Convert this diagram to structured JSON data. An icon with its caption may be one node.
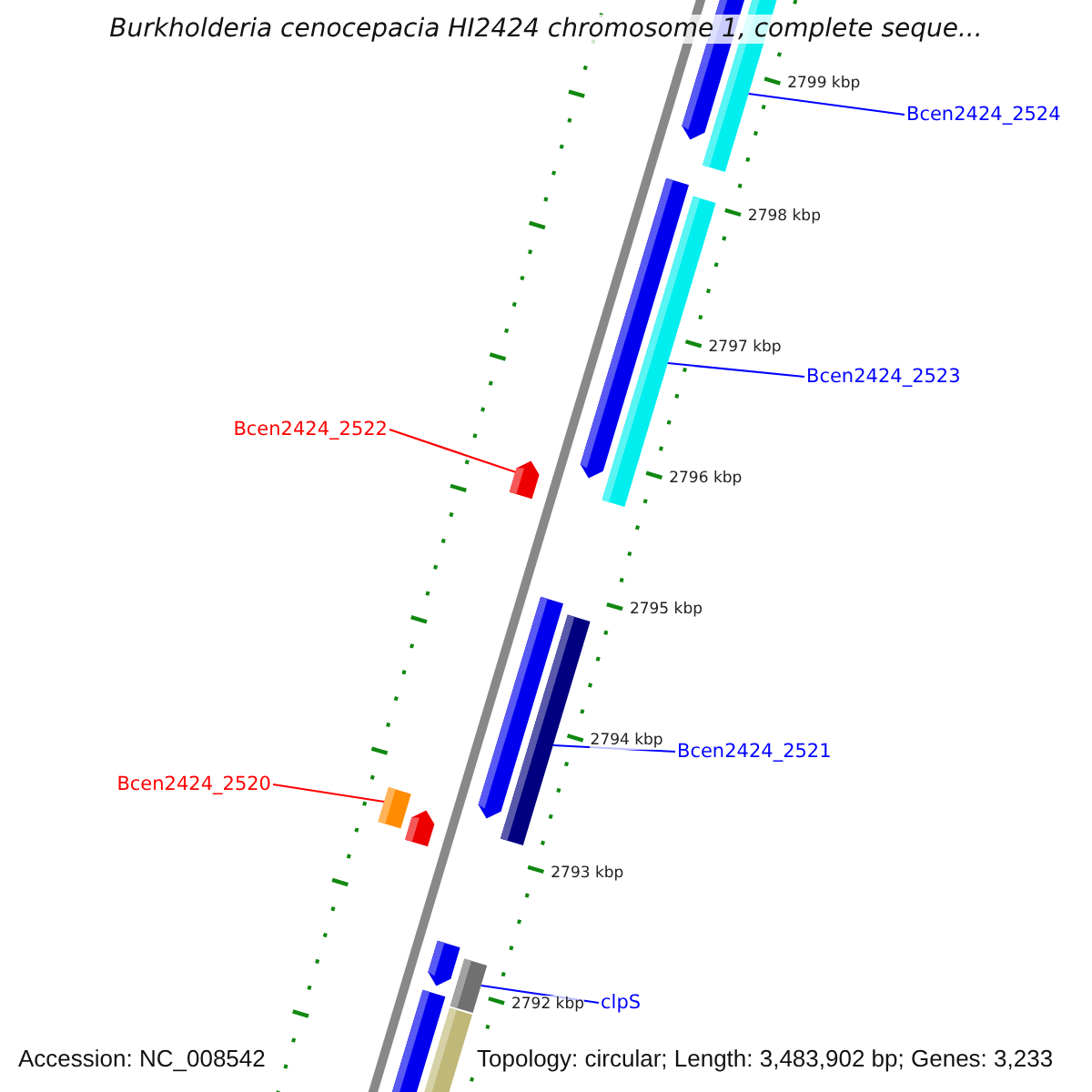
{
  "diagram": {
    "title": "Burkholderia cenocepacia HI2424 chromosome 1, complete seque...",
    "nodes": [
      {
        "text": [],
        "shape": "bar"
      },
      {
        "text": [],
        "shape": "bar"
      },
      {
        "text": [
          "Bcen2424_2524"
        ]
      },
      {
        "text": [],
        "shape": "bar"
      },
      {
        "text": [],
        "shape": "bar"
      },
      {
        "text": [
          "Bcen2424_2523"
        ]
      },
      {
        "text": [
          "Bcen2424_2522"
        ]
      },
      {
        "text": [],
        "shape": "bar"
      },
      {
        "text": [],
        "shape": "bar"
      },
      {
        "text": [],
        "shape": "bar"
      },
      {
        "text": [
          "Bcen2424_2521"
        ]
      },
      {
        "text": [
          "Bcen2424_2520"
        ]
      },
      {
        "text": [],
        "shape": "bar"
      },
      {
        "text": [],
        "shape": "bar"
      },
      {
        "text": [],
        "shape": "bar"
      },
      {
        "text": [],
        "shape": "bar"
      },
      {
        "text": [
          "clpS"
        ]
      },
      {
        "text": [],
        "shape": "bar"
      },
      {
        "text": [],
        "shape": "bar"
      }
    ],
    "edges": [
      {
        "from": 2,
        "to": 1,
        "arrow": "none"
      },
      {
        "from": 5,
        "to": 4,
        "arrow": "none"
      },
      {
        "from": 6,
        "to": 7,
        "arrow": "none",
        "color": "#ff0000"
      },
      {
        "from": 10,
        "to": 9,
        "arrow": "none"
      },
      {
        "from": 11,
        "to": 12,
        "arrow": "none",
        "color": "#ff0000"
      },
      {
        "from": 16,
        "to": 15,
        "arrow": "none"
      }
    ],
    "labels": [
      "2799 kbp",
      "2798 kbp",
      "2797 kbp",
      "2796 kbp",
      "2795 kbp",
      "2794 kbp",
      "2793 kbp",
      "2792 kbp",
      "Accession: NC_008542",
      "Topology: circular; Length: 3,483,902 bp; Genes: 3,233"
    ]
  }
}
